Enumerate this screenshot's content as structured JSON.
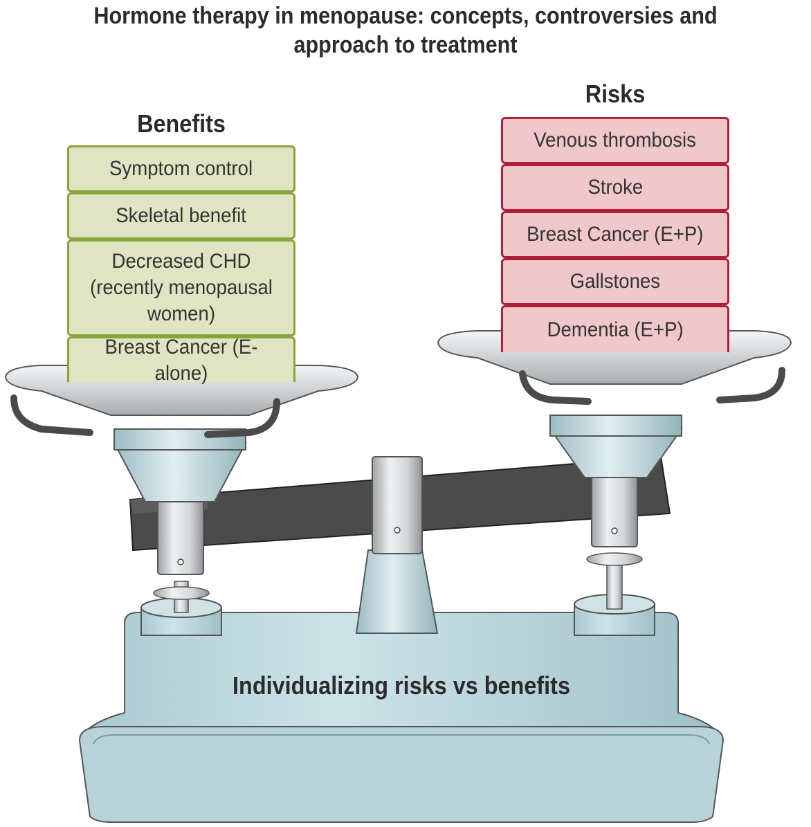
{
  "title": {
    "line1": "Hormone therapy in menopause: concepts, controversies and",
    "line2": "approach to treatment"
  },
  "benefits": {
    "heading": "Benefits",
    "items": [
      "Symptom control",
      "Skeletal benefit",
      "Decreased CHD (recently menopausal women)",
      "Breast Cancer (E-alone)"
    ]
  },
  "risks": {
    "heading": "Risks",
    "items": [
      "Venous thrombosis",
      "Stroke",
      "Breast Cancer (E+P)",
      "Gallstones",
      "Dementia (E+P)"
    ]
  },
  "base_label": "Individualizing risks vs benefits",
  "colors": {
    "benefit_fill": "#dfe5c3",
    "benefit_border": "#8aa33a",
    "risk_fill": "#f0c7cb",
    "risk_border": "#b01f3a",
    "scale_body": "#bcd8de",
    "beam": "#4a4a4a",
    "metal": "#d9dcde"
  }
}
